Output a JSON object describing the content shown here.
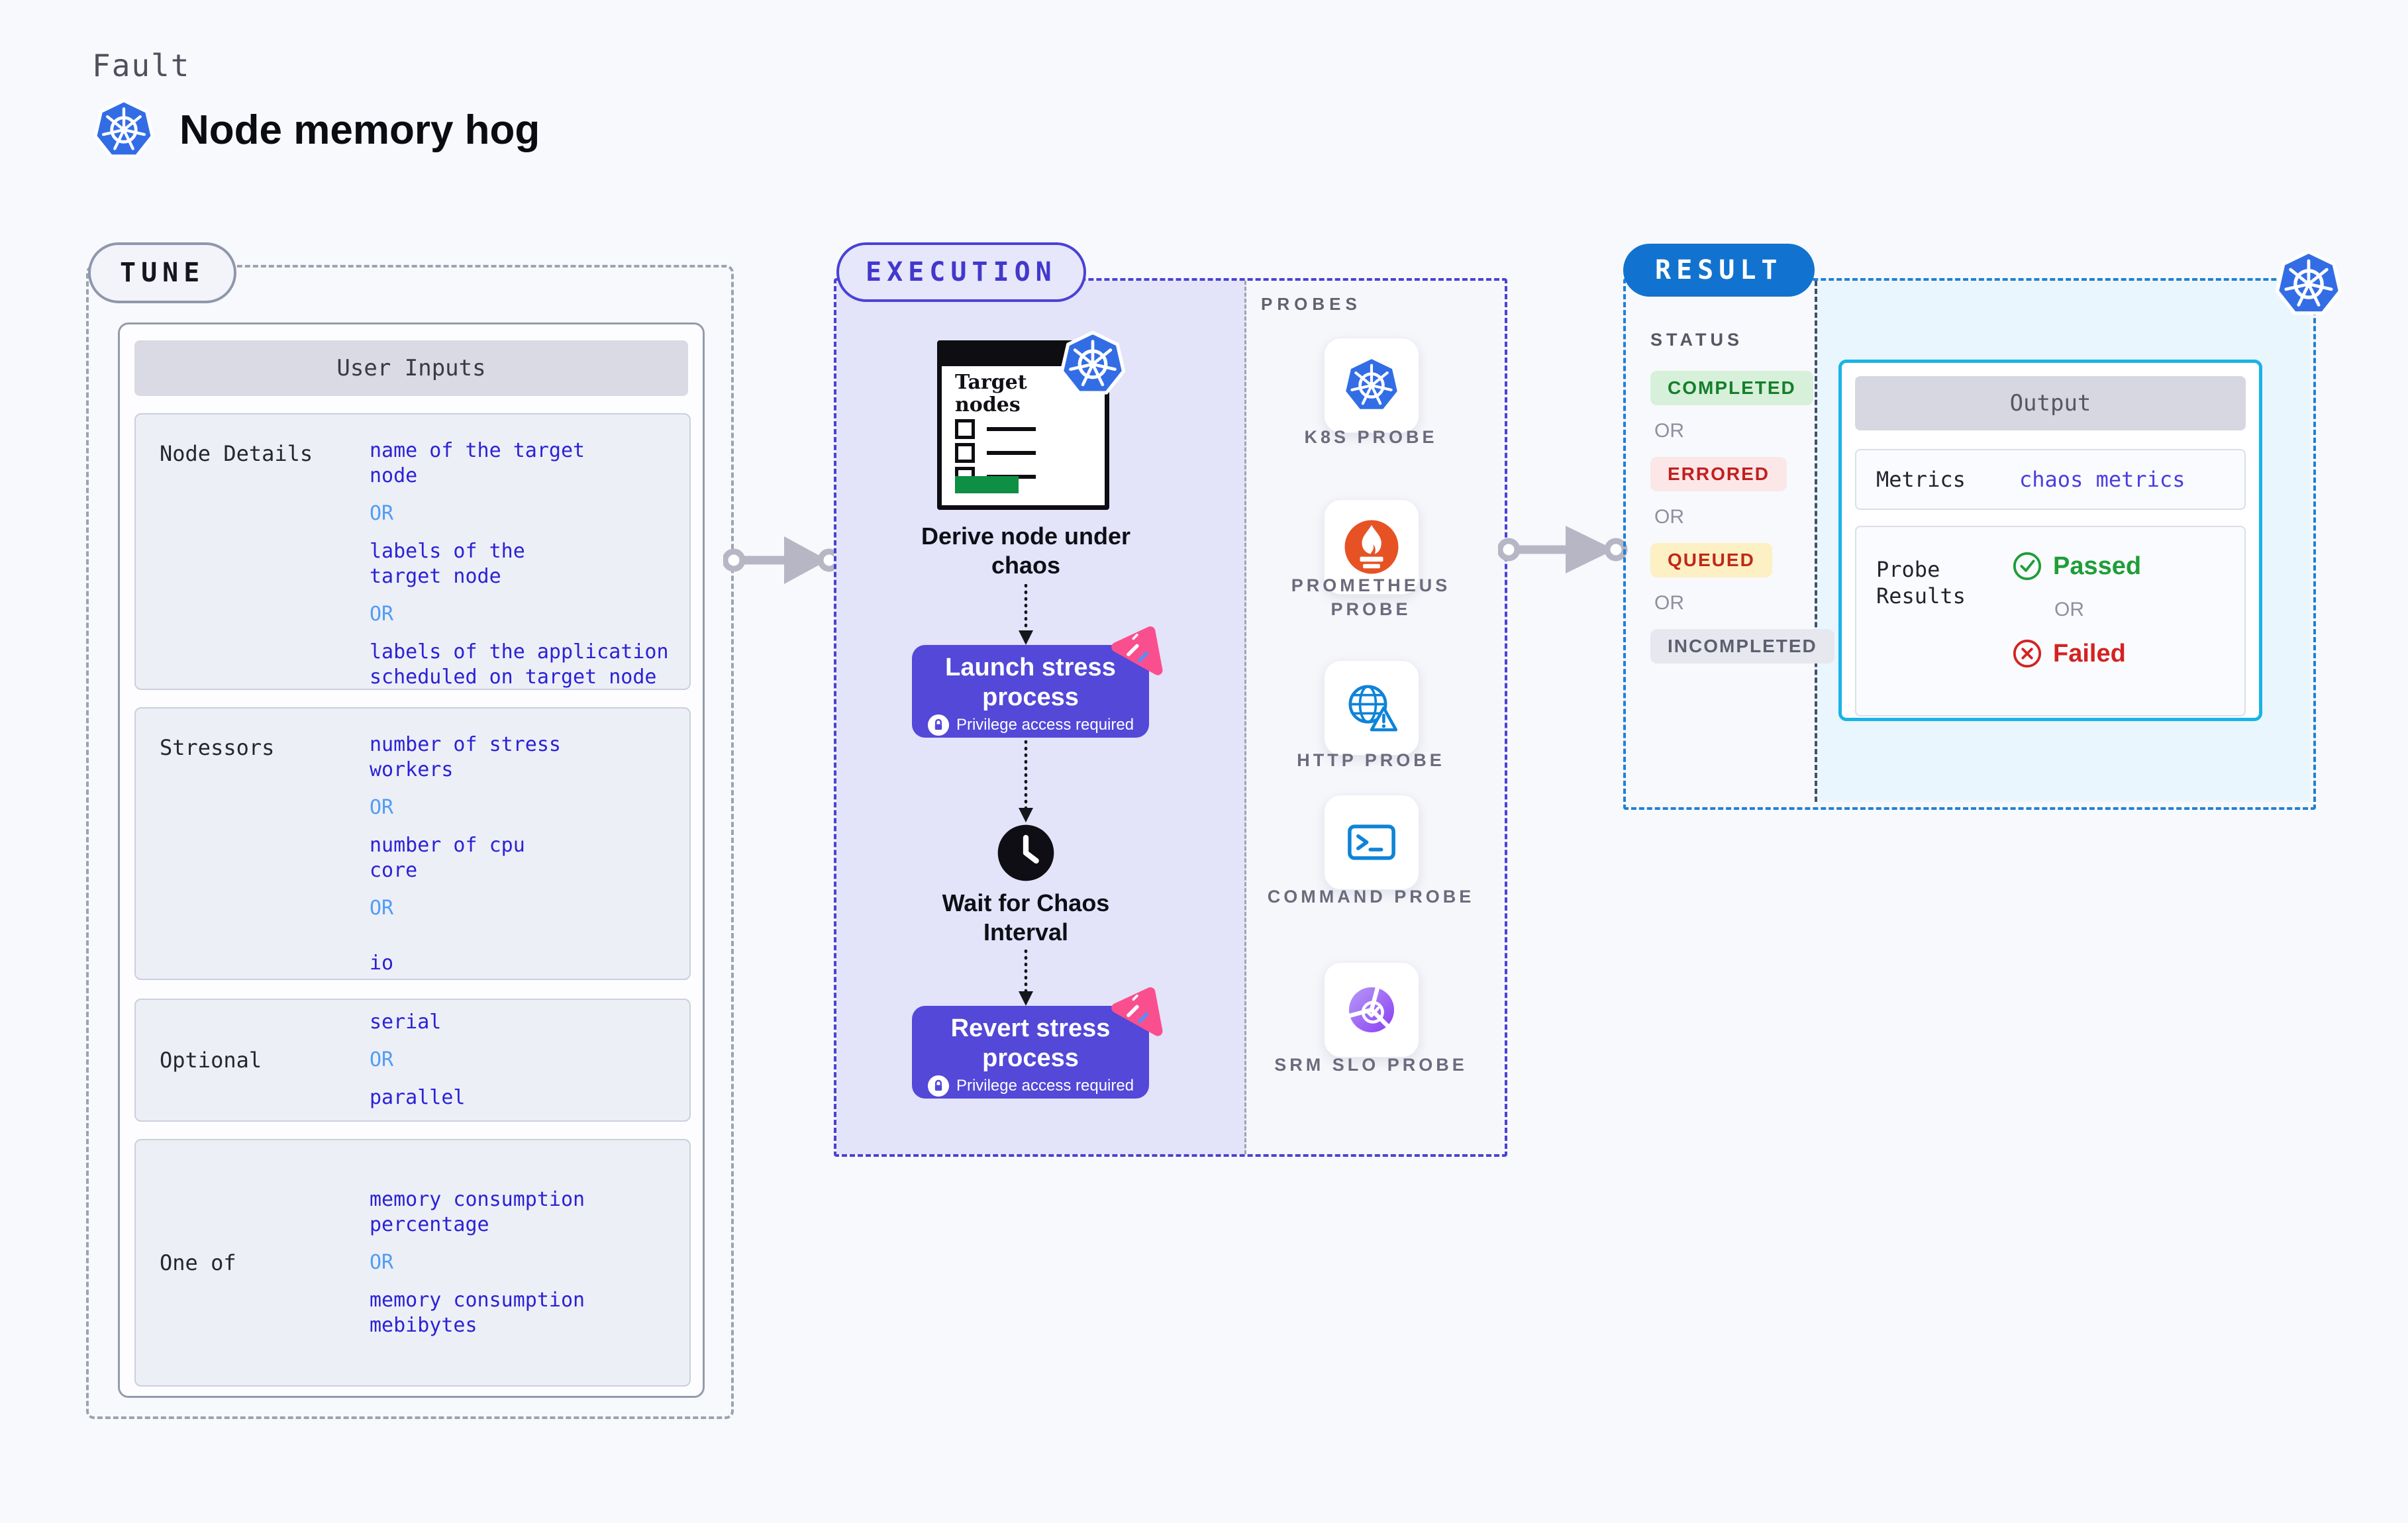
{
  "header": {
    "eyebrow": "Fault",
    "title": "Node memory hog"
  },
  "tune": {
    "badge": "TUNE",
    "card_title": "User Inputs",
    "rows": [
      {
        "label": "Node Details",
        "values": [
          "name of the target\nnode",
          "OR",
          "labels of the\ntarget node",
          "OR",
          "labels of the application\n scheduled on target node"
        ]
      },
      {
        "label": "Stressors",
        "values": [
          "number of stress\nworkers",
          "OR",
          "number of cpu\ncore",
          "OR",
          "io"
        ]
      },
      {
        "label": "Optional",
        "values": [
          "serial",
          "OR",
          "parallel"
        ]
      },
      {
        "label": "One of",
        "values": [
          "memory consumption\npercentage",
          "OR",
          "memory consumption\nmebibytes"
        ]
      }
    ]
  },
  "execution": {
    "badge": "EXECUTION",
    "clipboard_title": "Target\nnodes",
    "derive_label": "Derive node under\nchaos",
    "launch": {
      "title": "Launch stress\nprocess",
      "subtitle": "Privilege access required"
    },
    "wait_label": "Wait for Chaos\nInterval",
    "revert": {
      "title": "Revert stress\nprocess",
      "subtitle": "Privilege access required"
    }
  },
  "probes": {
    "label": "PROBES",
    "items": [
      {
        "name": "K8S PROBE",
        "icon": "kubernetes-icon"
      },
      {
        "name": "PROMETHEUS PROBE",
        "icon": "prometheus-icon"
      },
      {
        "name": "HTTP PROBE",
        "icon": "globe-alert-icon"
      },
      {
        "name": "COMMAND PROBE",
        "icon": "terminal-icon"
      },
      {
        "name": "SRM SLO PROBE",
        "icon": "slo-pie-check-icon"
      }
    ]
  },
  "result": {
    "badge": "RESULT",
    "status_label": "STATUS",
    "statuses": [
      {
        "text": "COMPLETED",
        "style": "completed"
      },
      {
        "text": "OR",
        "style": "or"
      },
      {
        "text": "ERRORED",
        "style": "errored"
      },
      {
        "text": "OR",
        "style": "or"
      },
      {
        "text": "QUEUED",
        "style": "queued"
      },
      {
        "text": "OR",
        "style": "or"
      },
      {
        "text": "INCOMPLETED",
        "style": "incompleted"
      }
    ],
    "output": {
      "title": "Output",
      "metrics_label": "Metrics",
      "metrics_value": "chaos metrics",
      "probe_results_label": "Probe Results",
      "passed": "Passed",
      "or": "OR",
      "failed": "Failed"
    }
  },
  "colors": {
    "accent_indigo": "#5348d8",
    "value_blue": "#2b22d6",
    "or_blue": "#509df5",
    "kubernetes_blue": "#326de6",
    "prometheus_orange": "#e75225",
    "probe_blue": "#0e83d8",
    "srm_purple": "#8b3df2",
    "result_blue": "#1173cf",
    "output_cyan": "#19b3e6",
    "passed_green": "#1e9e38",
    "failed_red": "#d42222",
    "pink_badge": "#fa4f8e"
  }
}
